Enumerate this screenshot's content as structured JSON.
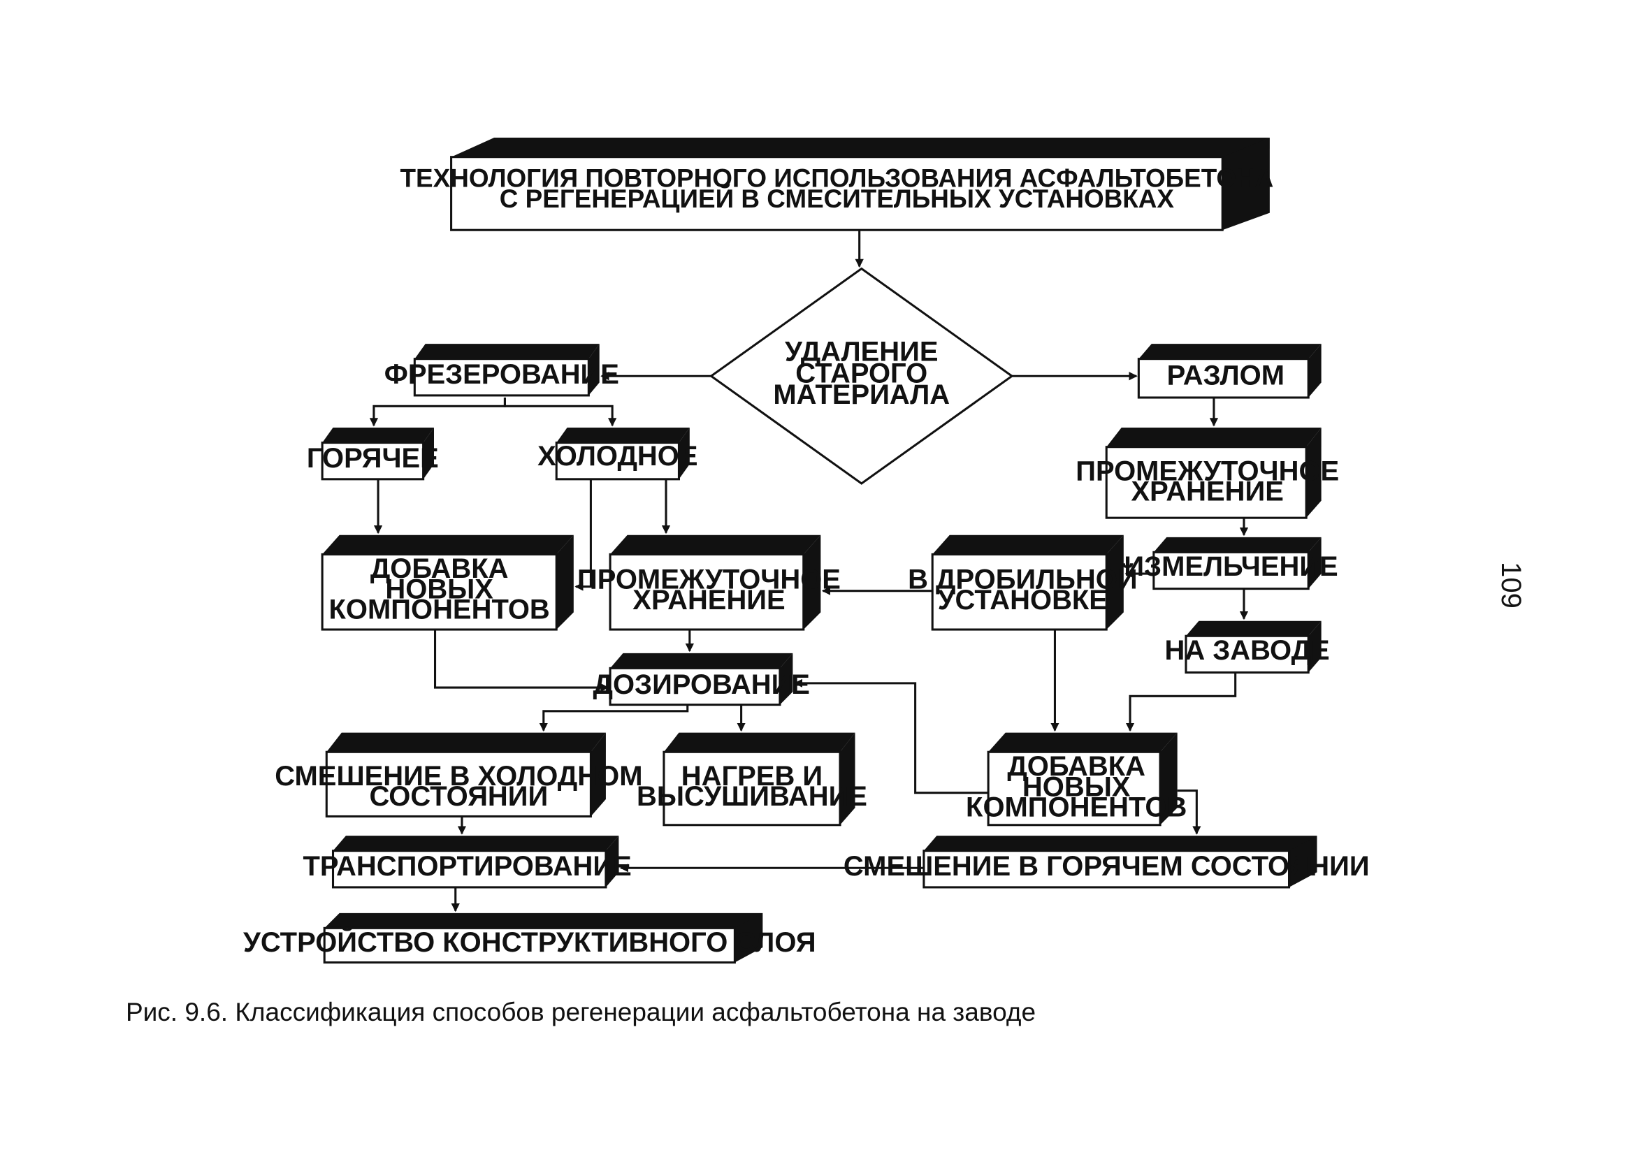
{
  "title": {
    "line1": "ТЕХНОЛОГИЯ ПОВТОРНОГО ИСПОЛЬЗОВАНИЯ АСФАЛЬТОБЕТОНА",
    "line2": "С РЕГЕНЕРАЦИЕЙ В СМЕСИТЕЛЬНЫХ УСТАНОВКАХ"
  },
  "decision": {
    "line1": "УДАЛЕНИЕ",
    "line2": "СТАРОГО",
    "line3": "МАТЕРИАЛА"
  },
  "left_branch": {
    "milling": "ФРЕЗЕРОВАНИЕ",
    "hot": "ГОРЯЧЕЕ",
    "cold": "ХОЛОДНОЕ",
    "add_components": {
      "line1": "ДОБАВКА",
      "line2": "НОВЫХ",
      "line3": "КОМПОНЕНТОВ"
    },
    "storage": {
      "line1": "ПРОМЕЖУТОЧНОЕ",
      "line2": "ХРАНЕНИЕ"
    },
    "dosing": "ДОЗИРОВАНИЕ",
    "cold_mixing": {
      "line1": "СМЕШЕНИЕ В ХОЛОДНОМ",
      "line2": "СОСТОЯНИИ"
    },
    "heating": {
      "line1": "НАГРЕВ И",
      "line2": "ВЫСУШИВАНИЕ"
    },
    "transport": "ТРАНСПОРТИРОВАНИЕ",
    "layer": "УСТРОЙСТВО КОНСТРУКТИВНОГО СЛОЯ"
  },
  "right_branch": {
    "breaking": "РАЗЛОМ",
    "storage": {
      "line1": "ПРОМЕЖУТОЧНОЕ",
      "line2": "ХРАНЕНИЕ"
    },
    "crushing": "ИЗМЕЛЬЧЕНИЕ",
    "crusher": {
      "line1": "В ДРОБИЛЬНОЙ",
      "line2": "УСТАНОВКЕ"
    },
    "at_plant": "НА ЗАВОДЕ",
    "add_components": {
      "line1": "ДОБАВКА",
      "line2": "НОВЫХ",
      "line3": "КОМПОНЕНТОВ"
    },
    "hot_mixing": "СМЕШЕНИЕ В ГОРЯЧЕМ СОСТОЯНИИ"
  },
  "caption": "Рис. 9.6.  Классификация способов регенерации асфальтобетона на заводе",
  "page_number": "109"
}
